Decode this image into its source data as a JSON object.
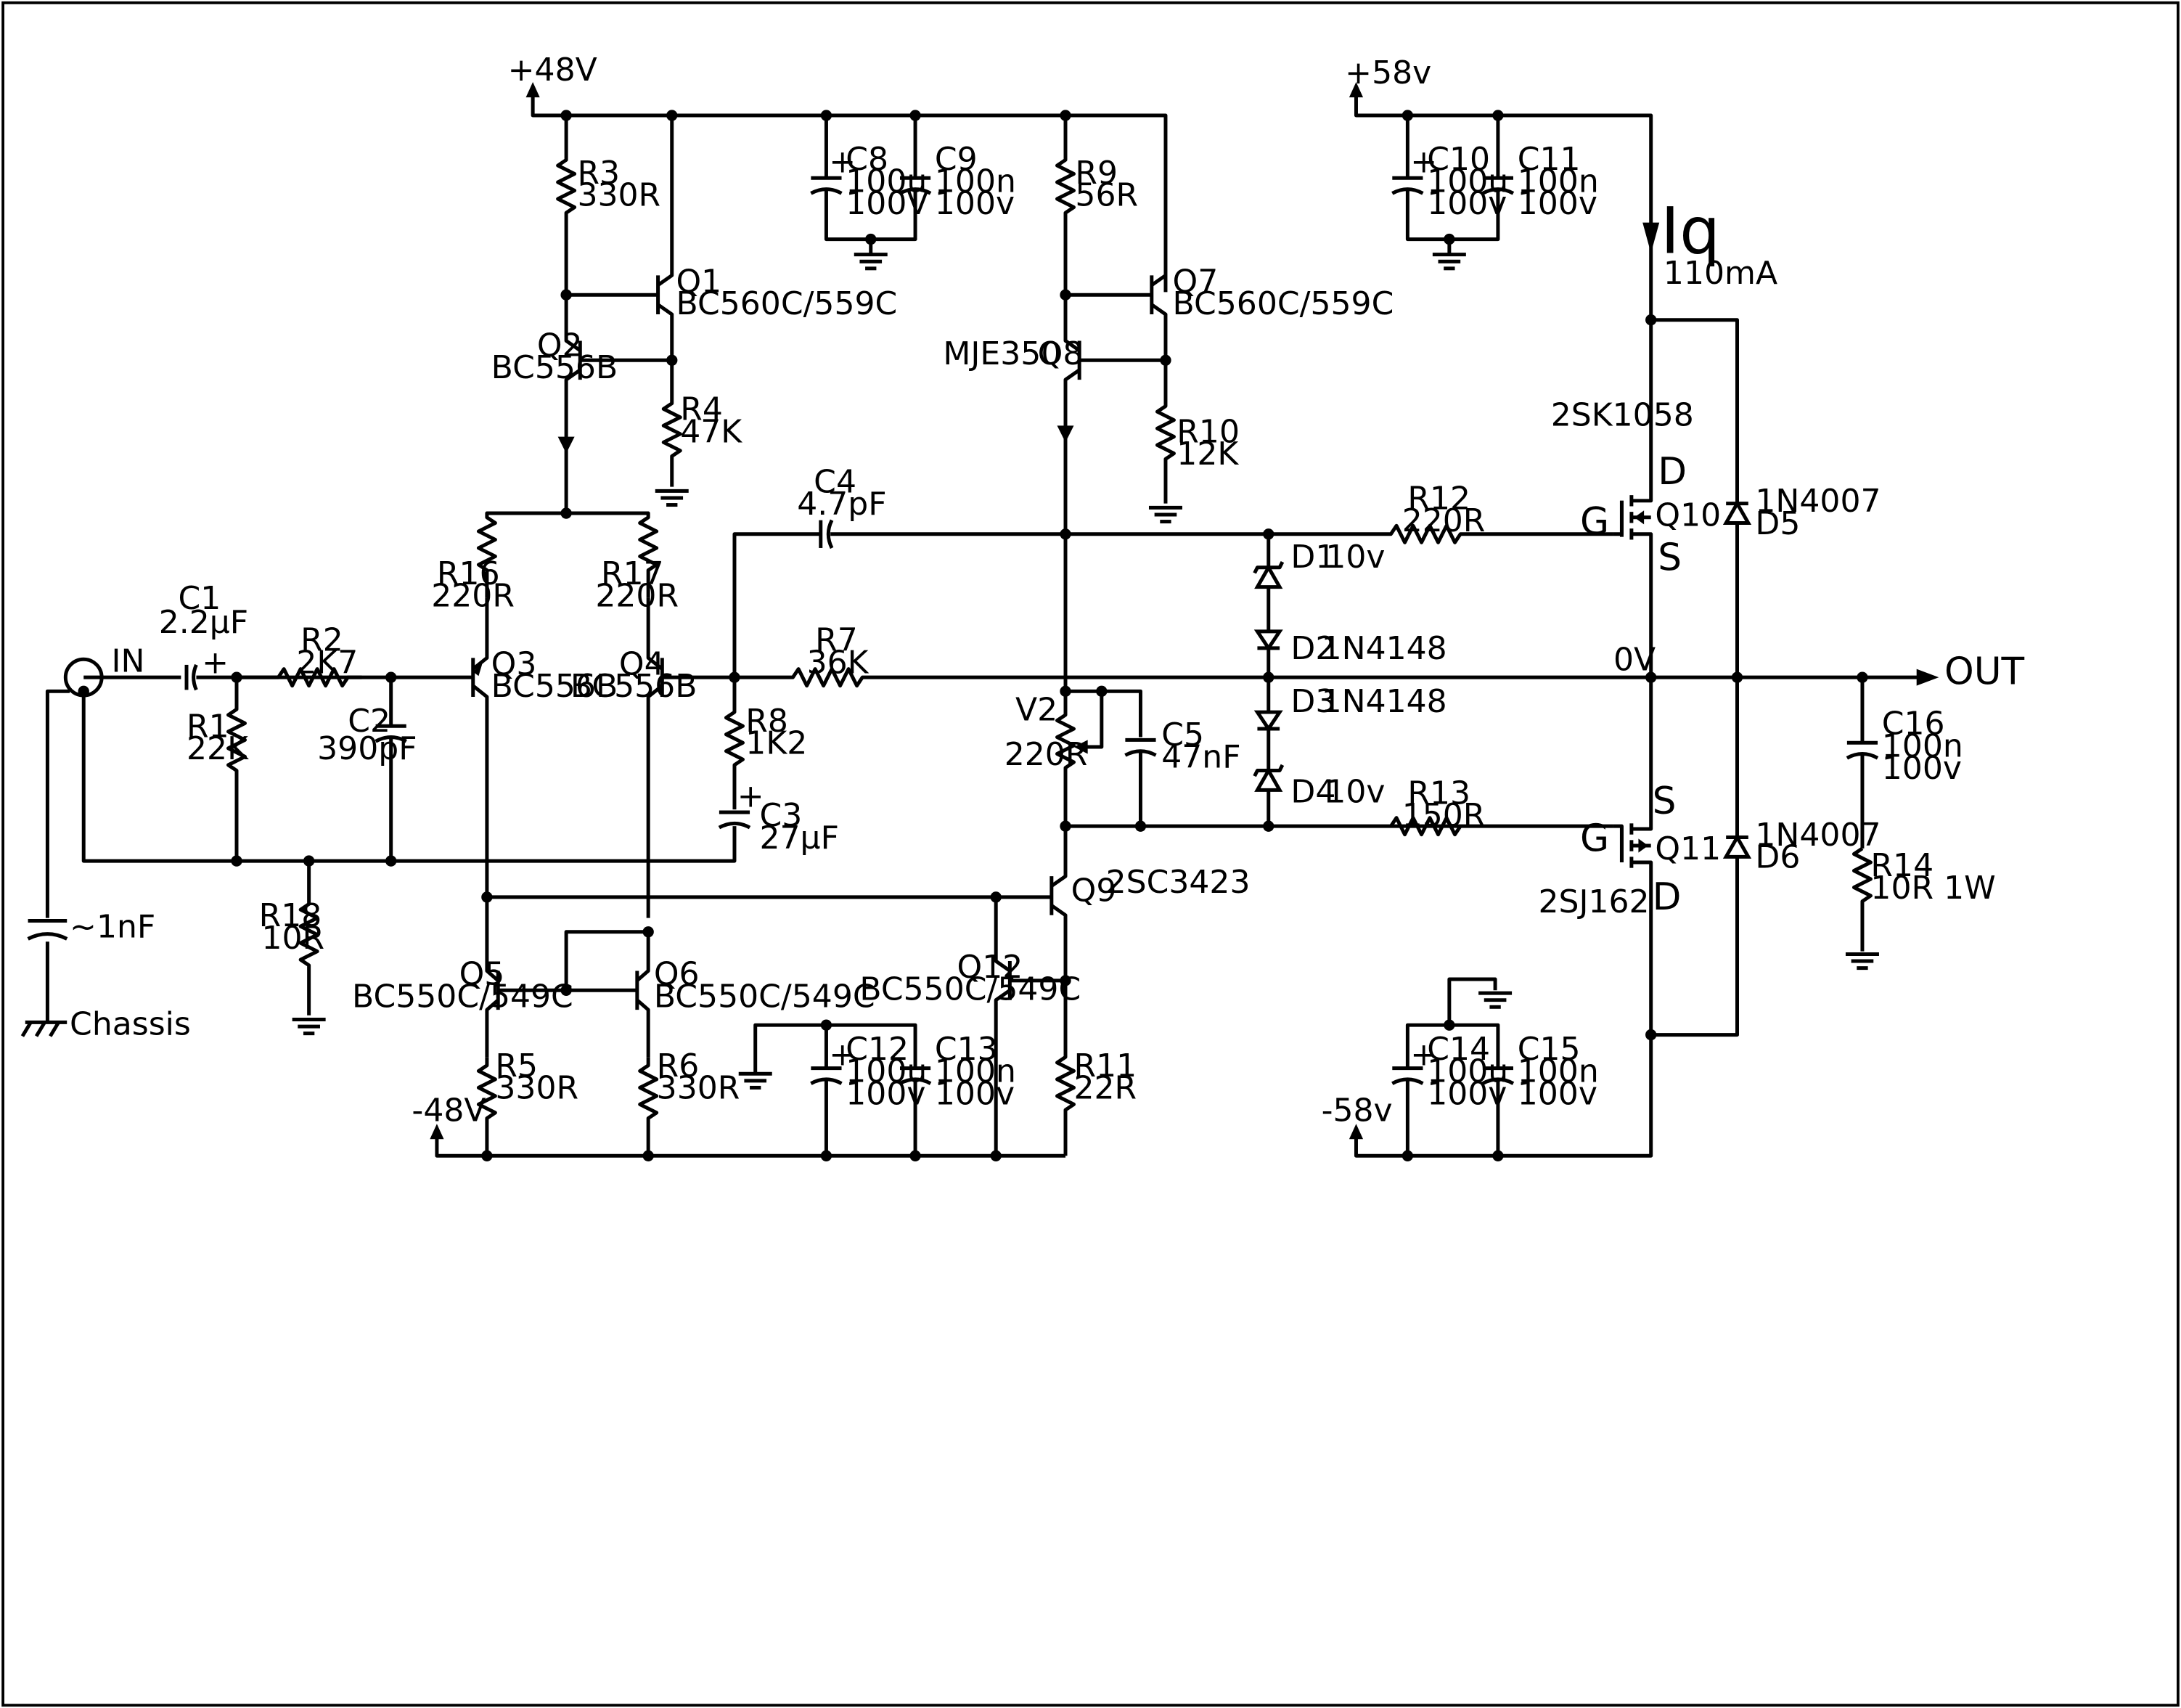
{
  "rails": {
    "pos_front": "+48V",
    "neg_front": "-48V",
    "pos_out": "+58v",
    "neg_out": "-58v"
  },
  "input": {
    "label": "IN",
    "chassis_label": "Chassis",
    "chassis_cap": "~1nF"
  },
  "output": {
    "label": "OUT",
    "zero_v": "0V"
  },
  "bias": {
    "symbol": "Iq",
    "current": "110mA"
  },
  "resistors": {
    "R1": {
      "ref": "R1",
      "value": "22K"
    },
    "R2": {
      "ref": "R2",
      "value": "2K7"
    },
    "R3": {
      "ref": "R3",
      "value": "330R"
    },
    "R4": {
      "ref": "R4",
      "value": "47K"
    },
    "R5": {
      "ref": "R5",
      "value": "330R"
    },
    "R6": {
      "ref": "R6",
      "value": "330R"
    },
    "R7": {
      "ref": "R7",
      "value": "36K"
    },
    "R8": {
      "ref": "R8",
      "value": "1K2"
    },
    "R9": {
      "ref": "R9",
      "value": "56R"
    },
    "R10": {
      "ref": "R10",
      "value": "12K"
    },
    "R11": {
      "ref": "R11",
      "value": "22R"
    },
    "R12": {
      "ref": "R12",
      "value": "220R"
    },
    "R13": {
      "ref": "R13",
      "value": "150R"
    },
    "R14": {
      "ref": "R14",
      "value": "10R  1W"
    },
    "R16": {
      "ref": "R16",
      "value": "220R"
    },
    "R17": {
      "ref": "R17",
      "value": "220R"
    },
    "R18": {
      "ref": "R18",
      "value": "10R"
    },
    "V2": {
      "ref": "V2",
      "value": "220R"
    }
  },
  "capacitors": {
    "C1": {
      "ref": "C1",
      "value": "2.2µF"
    },
    "C2": {
      "ref": "C2",
      "value": "390pF"
    },
    "C3": {
      "ref": "C3",
      "value": "27µF"
    },
    "C4": {
      "ref": "C4",
      "value": "4.7pF"
    },
    "C5": {
      "ref": "C5",
      "value": "47nF"
    },
    "C8": {
      "ref": "C8",
      "value": "100u",
      "rating": "100V"
    },
    "C9": {
      "ref": "C9",
      "value": "100n",
      "rating": "100v"
    },
    "C10": {
      "ref": "C10",
      "value": "100u",
      "rating": "100v"
    },
    "C11": {
      "ref": "C11",
      "value": "100n",
      "rating": "100v"
    },
    "C12": {
      "ref": "C12",
      "value": "100u",
      "rating": "100v"
    },
    "C13": {
      "ref": "C13",
      "value": "100n",
      "rating": "100v"
    },
    "C14": {
      "ref": "C14",
      "value": "100u",
      "rating": "100v"
    },
    "C15": {
      "ref": "C15",
      "value": "100n",
      "rating": "100v"
    },
    "C16": {
      "ref": "C16",
      "value": "100n",
      "rating": "100v"
    }
  },
  "transistors": {
    "Q1": {
      "ref": "Q1",
      "part": "BC560C/559C"
    },
    "Q2": {
      "ref": "Q2",
      "part": "BC556B"
    },
    "Q3": {
      "ref": "Q3",
      "part": "BC556B"
    },
    "Q4": {
      "ref": "Q4",
      "part": "BC556B"
    },
    "Q5": {
      "ref": "Q5",
      "part": "BC550C/549C"
    },
    "Q6": {
      "ref": "Q6",
      "part": "BC550C/549C"
    },
    "Q7": {
      "ref": "Q7",
      "part": "BC560C/559C"
    },
    "Q8": {
      "ref": "Q8",
      "part": "MJE350"
    },
    "Q9": {
      "ref": "Q9",
      "part": "2SC3423"
    },
    "Q10": {
      "ref": "Q10",
      "part": "2SK1058"
    },
    "Q11": {
      "ref": "Q11",
      "part": "2SJ162"
    },
    "Q12": {
      "ref": "Q12",
      "part": "BC550C/549C"
    }
  },
  "diodes": {
    "D1": {
      "ref": "D1",
      "part": "10v"
    },
    "D2": {
      "ref": "D2",
      "part": "1N4148"
    },
    "D3": {
      "ref": "D3",
      "part": "1N4148"
    },
    "D4": {
      "ref": "D4",
      "part": "10v"
    },
    "D5": {
      "ref": "D5",
      "part": "1N4007"
    },
    "D6": {
      "ref": "D6",
      "part": "1N4007"
    }
  },
  "mosfet_pins": {
    "gate": "G",
    "drain": "D",
    "source": "S"
  },
  "polarity_mark": "+"
}
